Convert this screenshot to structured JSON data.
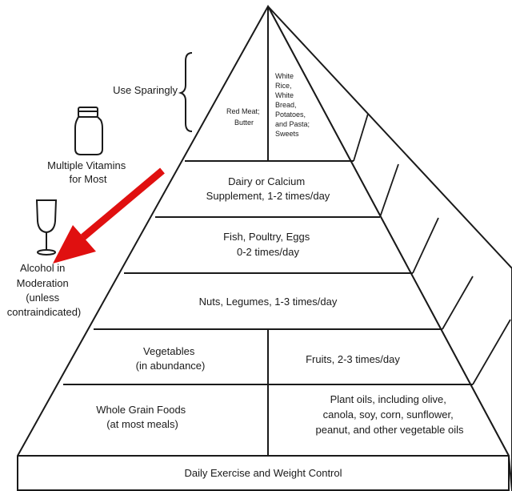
{
  "pyramid": {
    "apex_left": "Red Meat; Butter",
    "apex_right": "White Rice, White Bread, Potatoes, and Pasta; Sweets",
    "dairy": "Dairy or Calcium Supplement, 1-2 times/day",
    "fish": "Fish, Poultry, Eggs 0-2 times/day",
    "nuts": "Nuts, Legumes, 1-3 times/day",
    "vegetables": "Vegetables (in abundance)",
    "fruits": "Fruits, 2-3 times/day",
    "grains": "Whole Grain Foods (at most meals)",
    "oils": "Plant oils, including olive, canola, soy, corn, sunflower, peanut, and other vegetable oils",
    "base": "Daily Exercise and Weight Control"
  },
  "side": {
    "use_sparingly": "Use Sparingly",
    "vitamins": "Multiple Vitamins for Most",
    "alcohol": "Alcohol in Moderation (unless contraindicated)"
  },
  "colors": {
    "line": "#1a1a1a",
    "arrow": "#e01010"
  },
  "icons": [
    "vitamin-bottle-icon",
    "wine-glass-icon"
  ]
}
